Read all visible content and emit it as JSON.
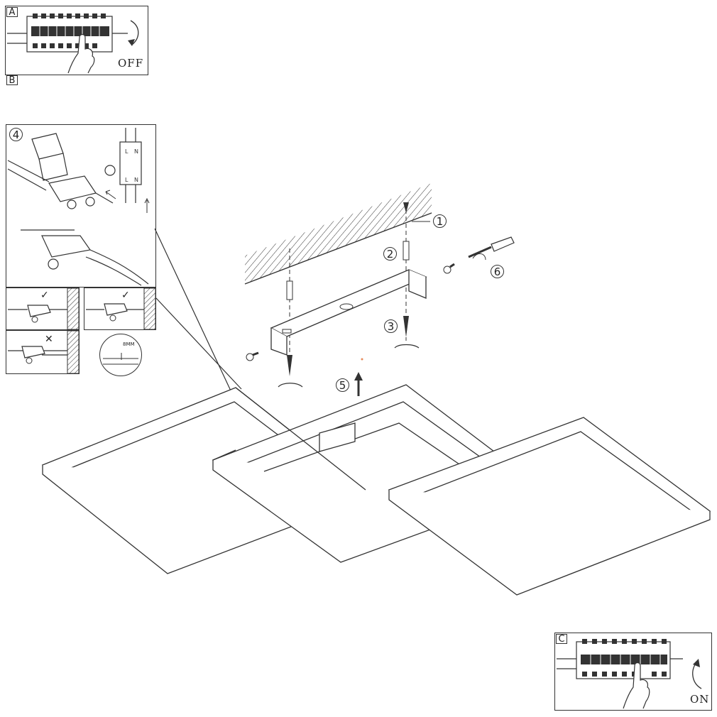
{
  "breaker_off": {
    "panel": "A",
    "second_panel": "B",
    "action": "OFF"
  },
  "breaker_on": {
    "panel": "C",
    "action": "ON"
  },
  "wiring": {
    "step": "4",
    "terminal_left": "L",
    "terminal_right": "N",
    "correct_mark": "✓",
    "wrong_mark": "✕",
    "strip_length": "8MM"
  },
  "steps": {
    "drill": "1",
    "dowel": "2",
    "screw": "3",
    "lift": "5",
    "tighten": "6"
  },
  "colors": {
    "line": "#333333",
    "accent": "#e88a5a"
  }
}
